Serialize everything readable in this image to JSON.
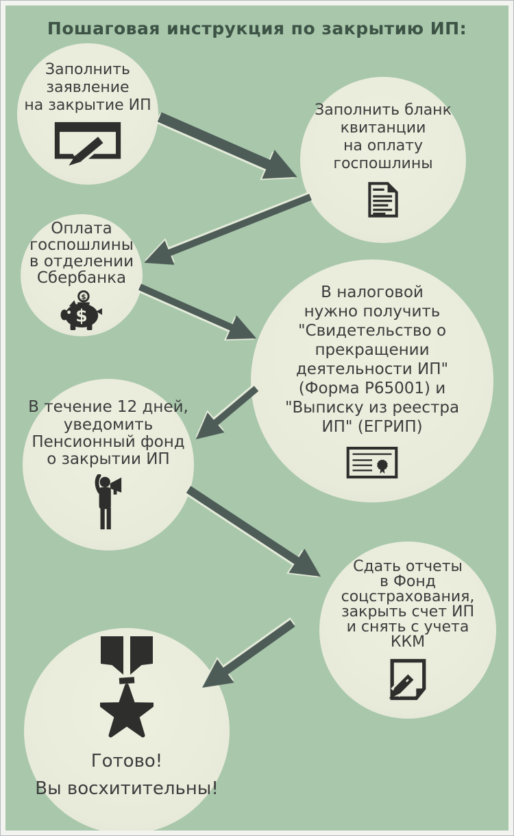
{
  "title": "Пошаговая инструкция по закрытию ИП:",
  "steps": [
    {
      "order": 1,
      "text": "Заполнить\nзаявление\nна закрытие ИП",
      "icon": "sign-document-icon"
    },
    {
      "order": 2,
      "text": "Заполнить бланк\nквитанции\nна оплату\nгоспошлины",
      "icon": "receipt-document-icon"
    },
    {
      "order": 3,
      "text": "Оплата\nгоспошлины\nв отделении\nСбербанка",
      "icon": "piggy-bank-icon"
    },
    {
      "order": 4,
      "text": "В налоговой\nнужно получить\n\"Свидетельство о\nпрекращении\nдеятельности ИП\"\n(Форма Р65001) и\n\"Выписку из реестра\nИП\"  (ЕГРИП)",
      "icon": "certificate-icon"
    },
    {
      "order": 5,
      "text": "В течение 12 дней,\nуведомить\nПенсионный фонд\nо закрытии ИП",
      "icon": "announcement-person-icon"
    },
    {
      "order": 6,
      "text": "Сдать отчеты\nв Фонд\nсоцстрахования,\nзакрыть счет ИП\nи снять с учета\nККМ",
      "icon": "report-pen-icon"
    },
    {
      "order": 7,
      "text": "Готово!\nВы восхитительны!",
      "icon": "medal-star-icon"
    }
  ],
  "colors": {
    "background": "#a8c7ab",
    "circle_fill": "#e9ebdb",
    "arrow": "#4e5c58",
    "text": "#3c3c3c",
    "title": "#3d5345",
    "icon": "#2e2f2d"
  }
}
